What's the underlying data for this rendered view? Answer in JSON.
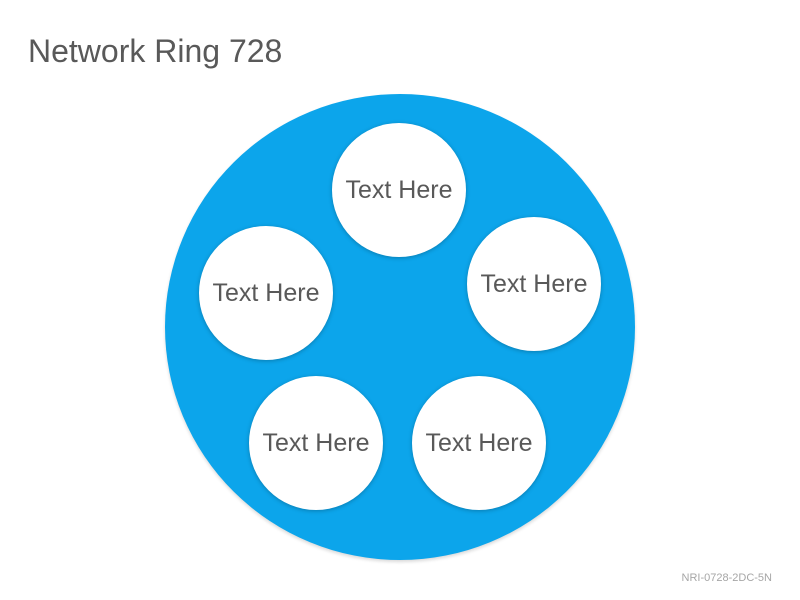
{
  "title": "Network Ring 728",
  "nodes": [
    {
      "label": "Text Here"
    },
    {
      "label": "Text Here"
    },
    {
      "label": "Text Here"
    },
    {
      "label": "Text Here"
    },
    {
      "label": "Text Here"
    }
  ],
  "footer_code": "NRI-0728-2DC-5N",
  "colors": {
    "ring": "#0ca5eb",
    "node_fill": "#ffffff",
    "text": "#595959"
  }
}
